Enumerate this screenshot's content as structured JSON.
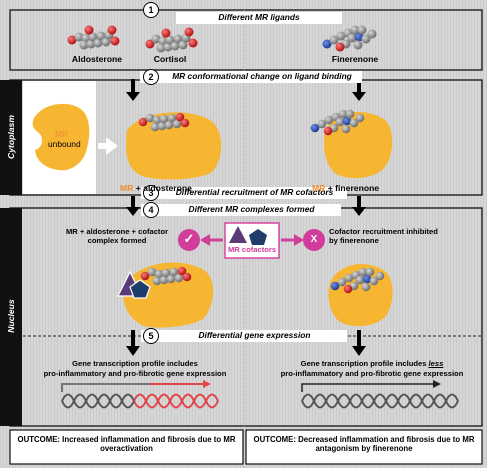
{
  "steps": [
    {
      "number": "1",
      "label": "Different MR ligands"
    },
    {
      "number": "2",
      "label": "MR conformational change on ligand binding"
    },
    {
      "number": "3",
      "label": "Differential recruitment of MR cofactors"
    },
    {
      "number": "4",
      "label": "Different MR complexes formed"
    },
    {
      "number": "5",
      "label": "Differential gene expression"
    }
  ],
  "ligands": {
    "aldosterone": "Aldosterone",
    "cortisol": "Cortisol",
    "finerenone": "Finerenone"
  },
  "compartments": {
    "cytoplasm": "Cytoplasm",
    "nucleus": "Nucleus"
  },
  "receptor": {
    "unbound_mr": "MR",
    "unbound_word": "unbound",
    "left_mr": "MR",
    "left_rest": "+ aldosterone",
    "right_mr": "MR",
    "right_rest": "+ finerenone"
  },
  "complexes": {
    "left_desc": "MR + aldosterone + cofactor complex formed",
    "cofactors_label": "MR cofactors",
    "right_desc": "Cofactor recruitment inhibited by finerenone",
    "check_symbol": "✓",
    "cross_symbol": "X"
  },
  "genes": {
    "left_line1": "Gene transcription profile includes",
    "left_line2": "pro-inflammatory and pro-fibrotic gene expression",
    "right_line1_pre": "Gene transcription profile includes",
    "right_line1_em": "less",
    "right_line2": "pro-inflammatory and pro-fibrotic gene expression"
  },
  "outcomes": {
    "left": "OUTCOME: Increased inflammation and fibrosis due to MR overactivation",
    "right": "OUTCOME: Decreased inflammation and fibrosis due to MR antagonism by finerenone"
  },
  "colors": {
    "mr_orange": "#f7b632",
    "mr_text_orange": "#f08c2d",
    "oxygen_red": "#d42020",
    "nitrogen_blue": "#2b4fb5",
    "carbon_grey": "#8e8e8e",
    "cofactor_magenta": "#d23c9a",
    "triangle_purple": "#5b3a7a",
    "pentagon_navy": "#1e3d6b",
    "dna_red": "#e0454a",
    "panel_grey": "#d4d4d4",
    "sidebar_black": "#111111"
  }
}
